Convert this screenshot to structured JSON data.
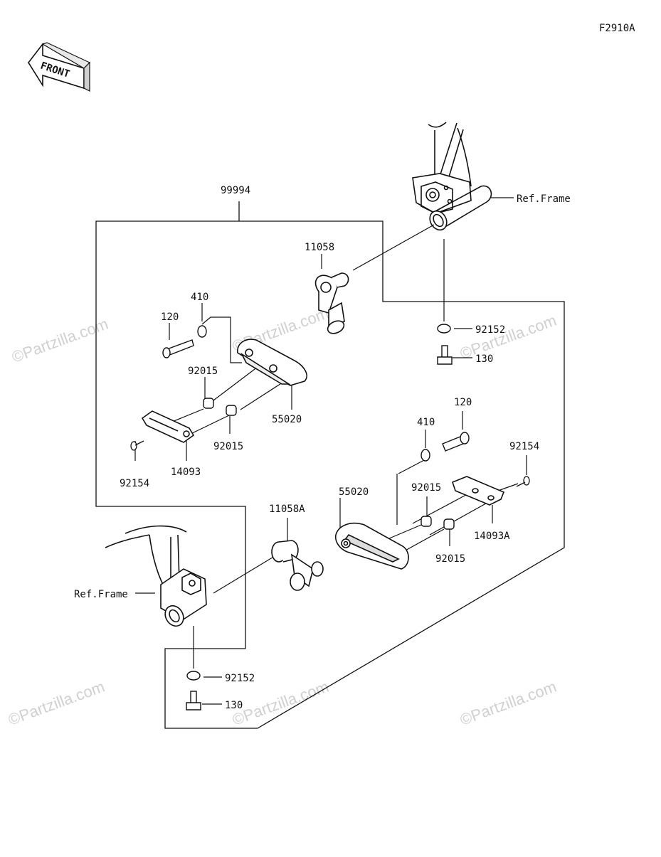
{
  "diagram_code": "F2910A",
  "front_label": "FRONT",
  "watermark": "©Partzilla.com",
  "labels": {
    "assembly": "99994",
    "ref_frame_upper": "Ref.Frame",
    "ref_frame_lower": "Ref.Frame",
    "p11058": "11058",
    "p11058a": "11058A",
    "p410_left": "410",
    "p120_left": "120",
    "p92015_left_a": "92015",
    "p92015_left_b": "92015",
    "p55020_left": "55020",
    "p92154_left": "92154",
    "p14093": "14093",
    "p92152_right": "92152",
    "p130_right": "130",
    "p120_right": "120",
    "p410_right": "410",
    "p92154_right": "92154",
    "p92015_right_a": "92015",
    "p92015_right_b": "92015",
    "p55020_right": "55020",
    "p14093a": "14093A",
    "p92152_bottom": "92152",
    "p130_bottom": "130"
  }
}
